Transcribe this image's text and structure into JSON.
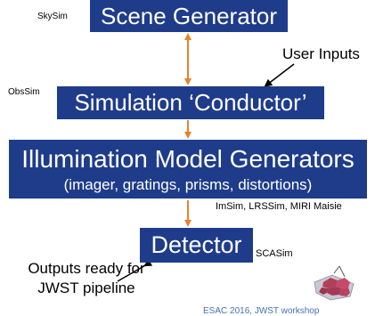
{
  "boxes": {
    "scene_generator": "Scene Generator",
    "simulation_conductor": "Simulation ‘Conductor’",
    "illumination_title": "Illumination Model Generators",
    "illumination_subtitle": "(imager, gratings, prisms, distortions)",
    "detector": "Detector"
  },
  "labels": {
    "skysim": "SkySim",
    "obssim": "ObsSim",
    "user_inputs": "User Inputs",
    "imsim": "ImSim, LRSSim, MIRI Maisie",
    "scasim": "SCASim",
    "outputs": "Outputs ready for JWST pipeline",
    "footer": "ESAC 2016, JWST workshop"
  },
  "colors": {
    "box_fill": "#1f3c8a",
    "box_text": "#ffffff",
    "connector": "#e8822a",
    "pointer": "#000000"
  },
  "icons": {
    "logo": "jwst-mirror-logo"
  }
}
